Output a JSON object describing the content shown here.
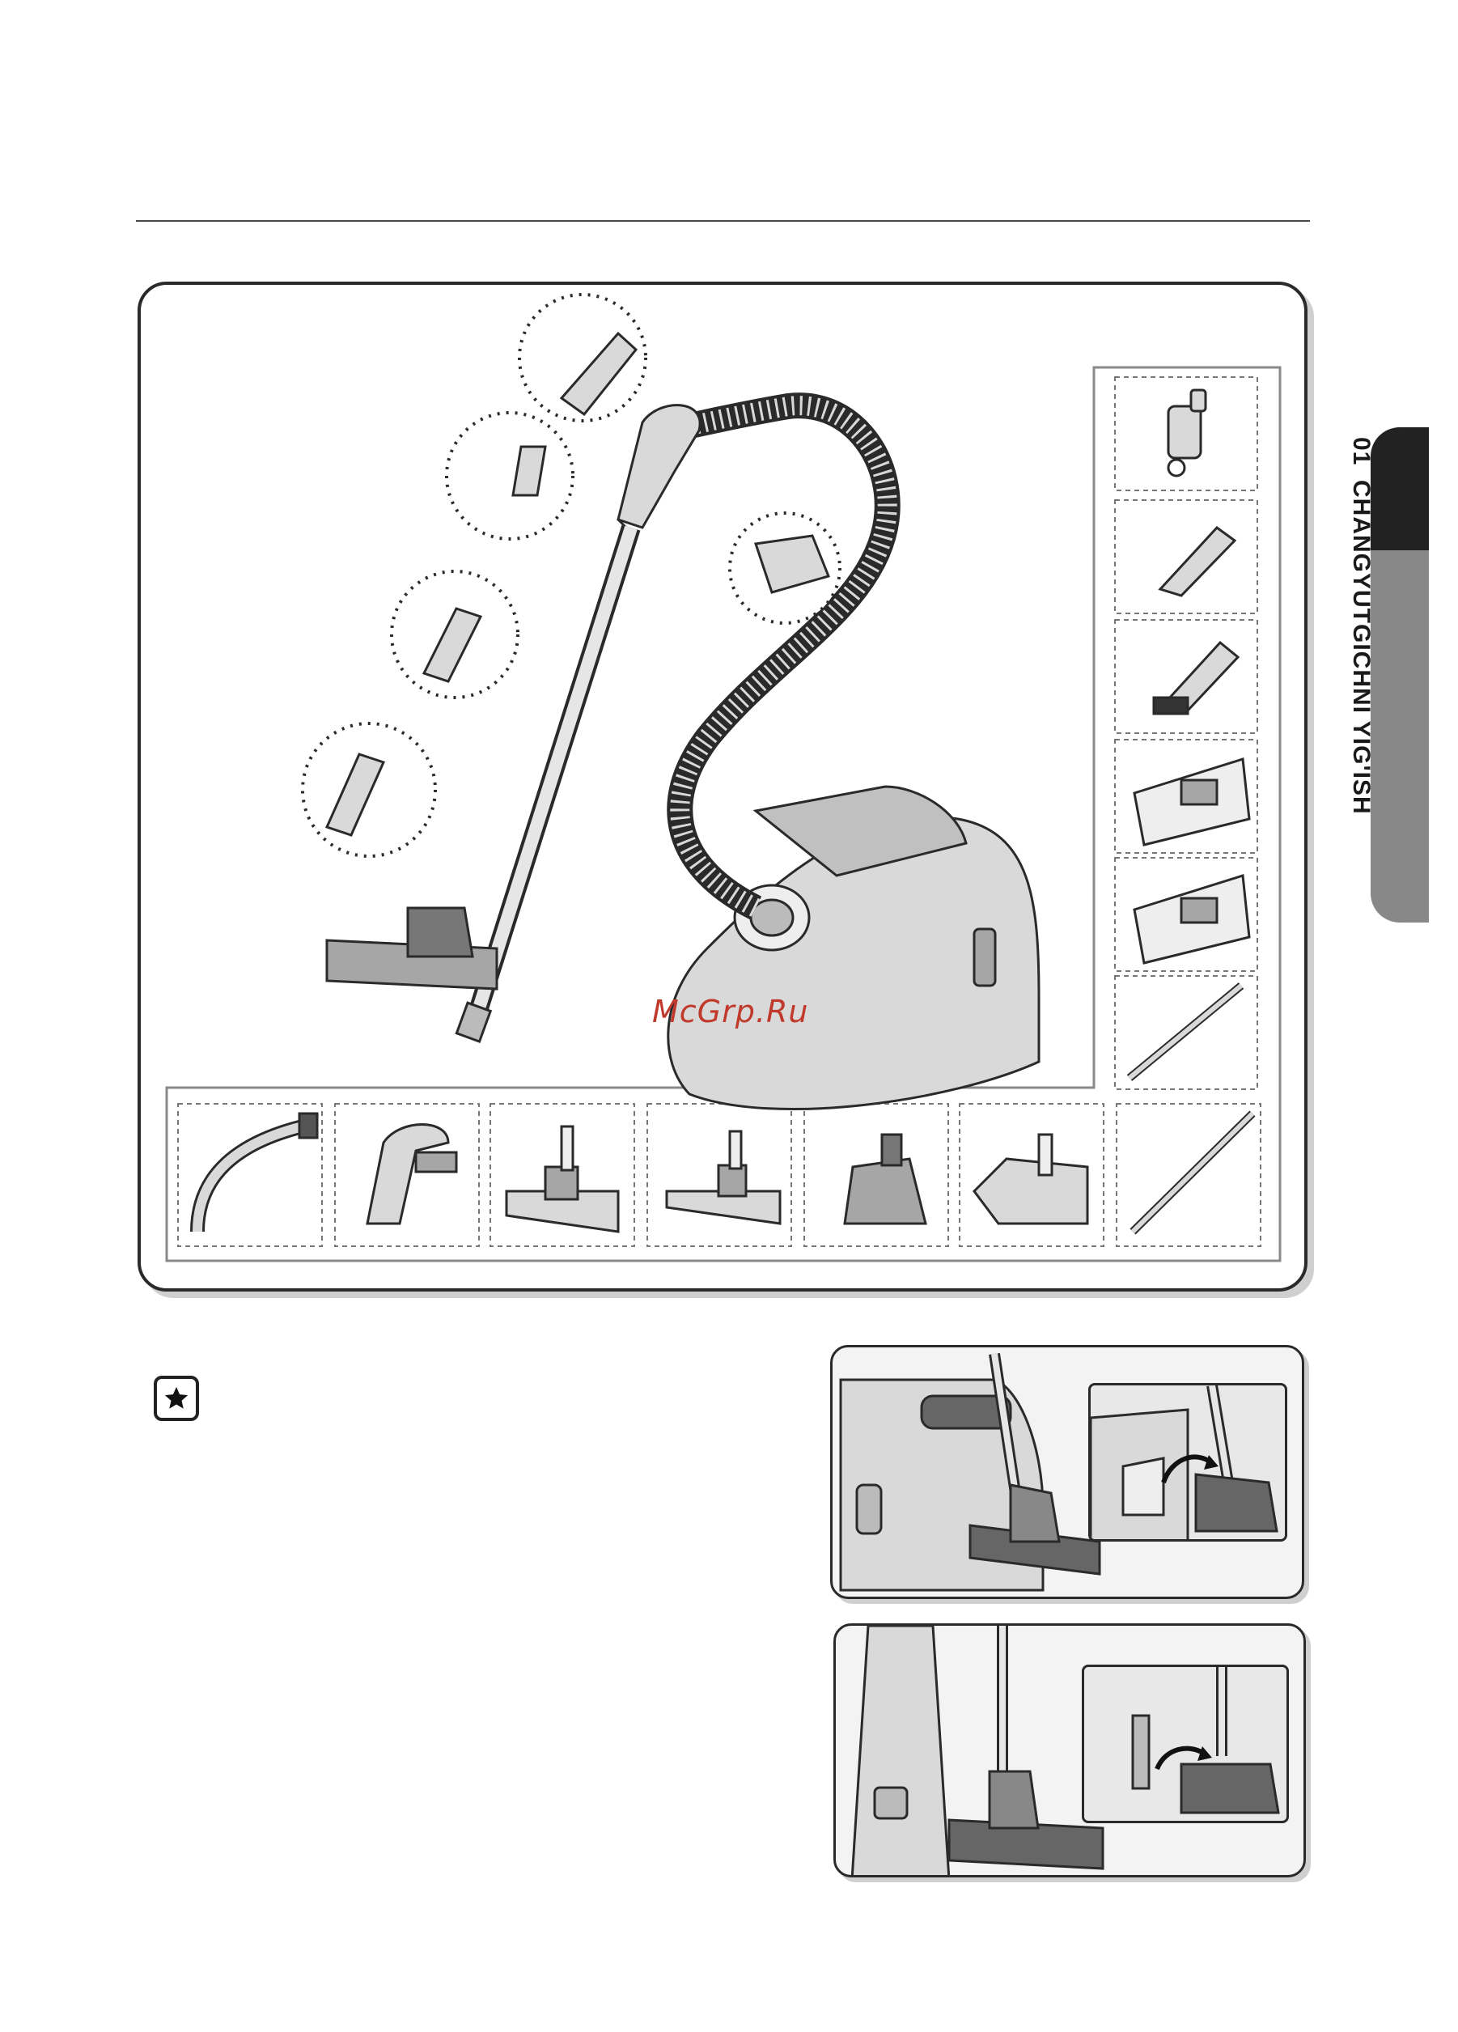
{
  "side_tab": {
    "number": "01",
    "label": "CHANGYUTGICHNI YIG'ISH"
  },
  "watermark": "McGrp.Ru",
  "icons": {
    "note": "star-note-icon"
  },
  "colors": {
    "line": "#2a2a2a",
    "fill_light": "#d9d9d9",
    "fill_mid": "#a6a6a6",
    "tab_dark": "#222222",
    "tab_gray": "#888888",
    "watermark": "#c0392b"
  }
}
